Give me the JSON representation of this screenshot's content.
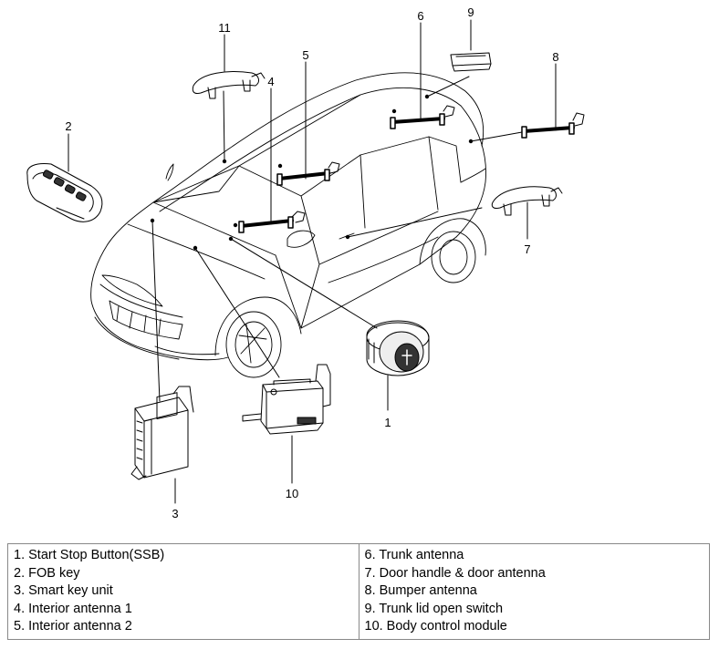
{
  "callouts": [
    "1",
    "2",
    "3",
    "4",
    "5",
    "6",
    "7",
    "8",
    "9",
    "10",
    "11"
  ],
  "legend": {
    "left": [
      "1. Start Stop Button(SSB)",
      "2. FOB key",
      "3. Smart key unit",
      "4. Interior antenna 1",
      "5. Interior antenna 2"
    ],
    "right": [
      "6. Trunk antenna",
      "7. Door handle & door antenna",
      "8. Bumper antenna",
      "9. Trunk lid open switch",
      "10. Body control module"
    ]
  }
}
